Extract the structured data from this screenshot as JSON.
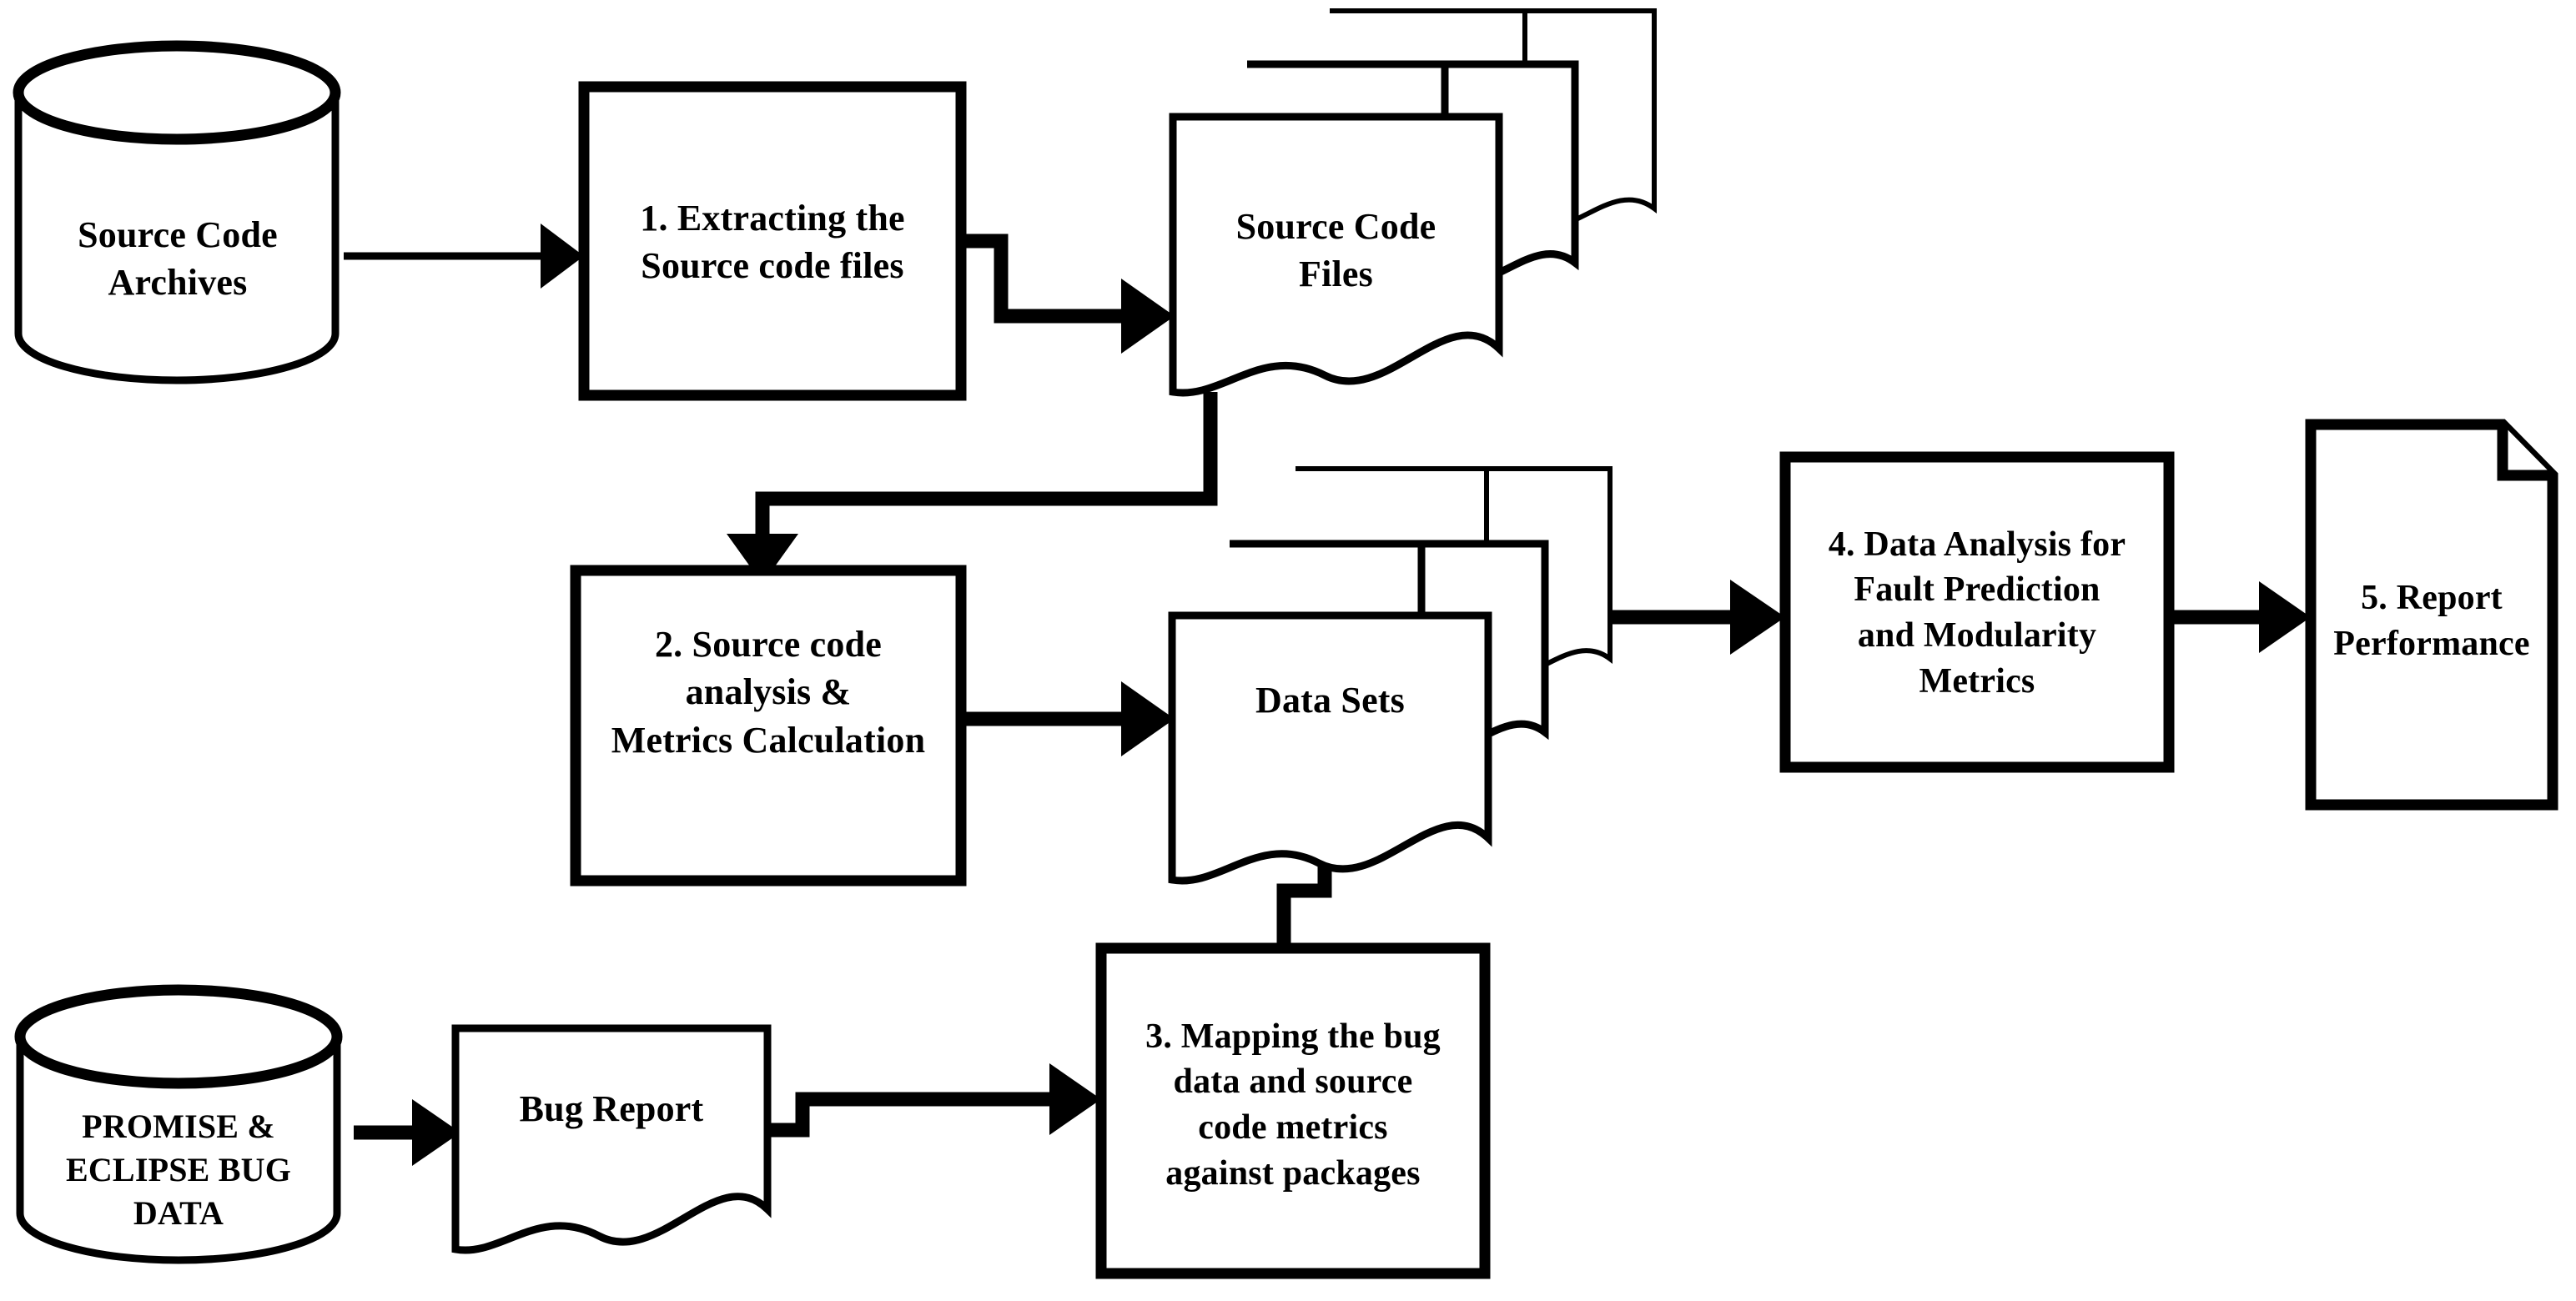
{
  "diagram": {
    "title": "Software fault prediction methodology flowchart",
    "background_color": "#ffffff",
    "line_color": "#000000",
    "fill_color": "#ffffff"
  },
  "nodes": {
    "source_code_archives": {
      "label": "Source Code\nArchives",
      "shape": "cylinder",
      "name": "source-code-archives-cylinder"
    },
    "step1": {
      "label": "1. Extracting the\nSource code files",
      "shape": "process-box",
      "name": "step-1-extracting-box"
    },
    "source_code_files": {
      "label": "Source Code\nFiles",
      "shape": "multi-document",
      "name": "source-code-files-documents"
    },
    "step2": {
      "label": "2.  Source code\nanalysis &\nMetrics Calculation",
      "shape": "process-box",
      "name": "step-2-analysis-box"
    },
    "data_sets": {
      "label": "Data Sets",
      "shape": "multi-document",
      "name": "data-sets-documents"
    },
    "step4": {
      "label": "4. Data Analysis for\nFault Prediction\nand Modularity\nMetrics",
      "shape": "process-box",
      "name": "step-4-data-analysis-box"
    },
    "step5": {
      "label": "5. Report\nPerformance",
      "shape": "page-folded-corner",
      "name": "step-5-report-performance-page"
    },
    "bug_data": {
      "label": "PROMISE &\nECLIPSE BUG\nDATA",
      "shape": "cylinder",
      "name": "promise-eclipse-bug-data-cylinder"
    },
    "bug_report": {
      "label": "Bug Report",
      "shape": "document",
      "name": "bug-report-document"
    },
    "step3": {
      "label": "3. Mapping the bug\ndata and source\ncode metrics\nagainst packages",
      "shape": "process-box",
      "name": "step-3-mapping-box"
    }
  },
  "connectors": [
    {
      "name": "archives-to-step1",
      "from": "source_code_archives",
      "to": "step1",
      "style": "straight-arrow"
    },
    {
      "name": "step1-to-source-files",
      "from": "step1",
      "to": "source_code_files",
      "style": "stepped-arrow"
    },
    {
      "name": "source-files-to-step2",
      "from": "source_code_files",
      "to": "step2",
      "style": "elbow-down-arrow"
    },
    {
      "name": "step2-to-data-sets",
      "from": "step2",
      "to": "data_sets",
      "style": "straight-arrow"
    },
    {
      "name": "data-sets-to-step4",
      "from": "data_sets",
      "to": "step4",
      "style": "straight-arrow"
    },
    {
      "name": "step4-to-step5",
      "from": "step4",
      "to": "step5",
      "style": "straight-arrow"
    },
    {
      "name": "bug-data-to-bug-report",
      "from": "bug_data",
      "to": "bug_report",
      "style": "straight-arrow"
    },
    {
      "name": "bug-report-to-step3",
      "from": "bug_report",
      "to": "step3",
      "style": "stepped-arrow"
    },
    {
      "name": "step3-to-data-sets",
      "from": "step3",
      "to": "data_sets",
      "style": "stepped-up-arrow"
    }
  ]
}
